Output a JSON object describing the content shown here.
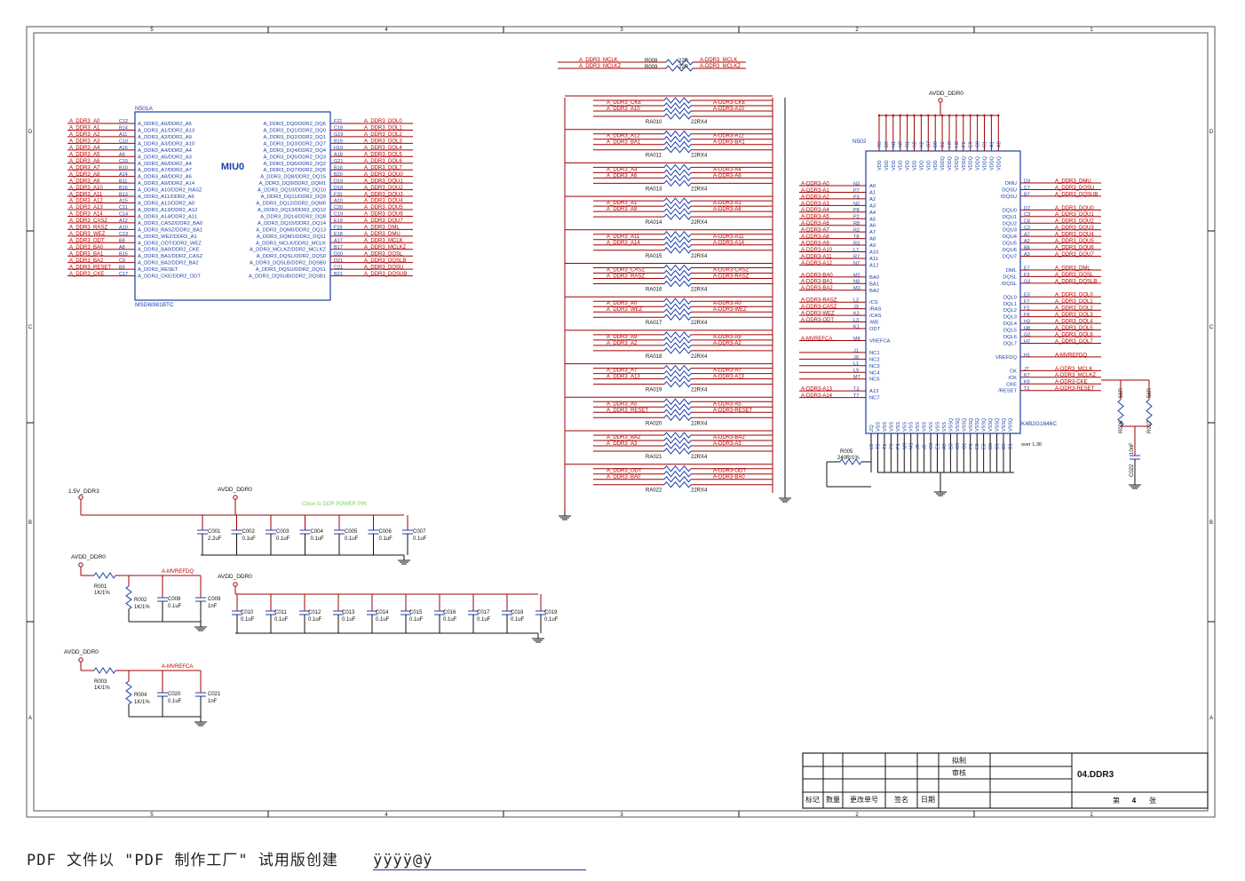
{
  "border_numbers": [
    "5",
    "4",
    "3",
    "2",
    "1"
  ],
  "border_letters": [
    "D",
    "C",
    "B",
    "A"
  ],
  "u501": {
    "ref": "N501A",
    "part": "MSD6I981BTC",
    "logo": "MIU0",
    "left_nets": [
      "A_DDR3_A0",
      "A_DDR3_A1",
      "A_DDR3_A2",
      "A_DDR3_A3",
      "A_DDR3_A4",
      "A_DDR3_A5",
      "A_DDR3_A6",
      "A_DDR3_A7",
      "A_DDR3_A8",
      "A_DDR3_A9",
      "A_DDR3_A10",
      "A_DDR3_A11",
      "A_DDR3_A12",
      "A_DDR3_A13",
      "A_DDR3_A14",
      "A_DDR3_CASZ",
      "A_DDR3_RASZ",
      "A_DDR3_WEZ",
      "A_DDR3_ODT",
      "A_DDR3_BA0",
      "A_DDR3_BA1",
      "A_DDR3_BA2",
      "A_DDR3_RESET",
      "A_DDR3_CKE"
    ],
    "left_pins": [
      "C12",
      "B14",
      "A11",
      "C10",
      "A16",
      "A9",
      "C15",
      "B10",
      "A14",
      "B11",
      "B16",
      "B13",
      "A15",
      "C11",
      "C14",
      "A12",
      "A10",
      "C13",
      "B8",
      "A8",
      "B15",
      "C9",
      "B9",
      "C17"
    ],
    "left_names": [
      "A_DDR3_A0/DDR2_A5",
      "A_DDR3_A1/DDR2_A13",
      "A_DDR3_A2/DDR2_A9",
      "A_DDR3_A3/DDR2_A10",
      "A_DDR3_A4/DDR2_A4",
      "A_DDR3_A5/DDR2_A3",
      "A_DDR3_A6/DDR2_A4",
      "A_DDR3_A7/DDR2_A7",
      "A_DDR3_A8/DDR2_A6",
      "A_DDR3_A9/DDR2_A14",
      "A_DDR3_A10/DDR2_RASZ",
      "A_DDR3_A11/DDR2_A6",
      "A_DDR3_A12/DDR2_A0",
      "A_DDR3_A13/DDR2_A12",
      "A_DDR3_A14/DDR2_A11",
      "A_DDR3_CASZ/DDR2_BA0",
      "A_DDR3_RASZ/DDR2_BA1",
      "A_DDR3_WEZ/DDR2_A1",
      "A_DDR3_ODT/DDR2_WEZ",
      "A_DDR3_BA0/DDR2_CKE",
      "A_DDR3_BA1/DDR2_CASZ",
      "A_DDR3_BA2/DDR2_BA2",
      "A_DDR3_RESET",
      "A_DDR3_CKE/DDR2_ODT"
    ],
    "right_names": [
      "A_DDR3_DQ0/DDR2_DQ6",
      "A_DDR3_DQ1/DDR2_DQ0",
      "A_DDR3_DQ2/DDR2_DQ1",
      "A_DDR3_DQ3/DDR2_DQ7",
      "A_DDR3_DQ4/DDR2_DQ4",
      "A_DDR3_DQ5/DDR2_DQ3",
      "A_DDR3_DQ6/DDR2_DQ2",
      "A_DDR3_DQ7/DDR2_DQ5",
      "A_DDR3_DQ8/DDR2_DQ15",
      "A_DDR3_DQ9/DDR2_DQM1",
      "A_DDR3_DQ10/DDR2_DQ10",
      "A_DDR3_DQ11/DDR2_DQ9",
      "A_DDR3_DQ12/DDR2_DQM0",
      "A_DDR3_DQ13/DDR2_DQ12",
      "A_DDR3_DQ14/DDR2_DQ8",
      "A_DDR3_DQ15/DDR2_DQ14",
      "A_DDR3_DQM0/DDR2_DQ13",
      "A_DDR3_DQM1/DDR2_DQ11",
      "A_DDR3_MCLK/DDR2_MCLK",
      "A_DDR3_MCLKZ/DDR2_MCLKZ",
      "A_DDR3_DQSL/DDR2_DQS0",
      "A_DDR3_DQSLB/DDR2_DQSB0",
      "A_DDR3_DQSU/DDR2_DQS1",
      "A_DDR3_DQSUB/DDR2_DQSB1"
    ],
    "right_pins": [
      "F21",
      "C18",
      "G19",
      "B19",
      "H19",
      "A18",
      "G21",
      "B18",
      "B20",
      "D19",
      "D18",
      "F20",
      "A20",
      "C20",
      "C19",
      "E19",
      "F19",
      "E18",
      "A17",
      "B17",
      "D20",
      "D21",
      "C21",
      "B21"
    ],
    "right_nets": [
      "A_DDR3_DQL0",
      "A_DDR3_DQL1",
      "A_DDR3_DQL2",
      "A_DDR3_DQL3",
      "A_DDR3_DQL4",
      "A_DDR3_DQL5",
      "A_DDR3_DQL6",
      "A_DDR3_DQL7",
      "A_DDR3_DQU0",
      "A_DDR3_DQU1",
      "A_DDR3_DQU2",
      "A_DDR3_DQU3",
      "A_DDR3_DQU4",
      "A_DDR3_DQU5",
      "A_DDR3_DQU6",
      "A_DDR3_DQU7",
      "A_DDR3_DML",
      "A_DDR3_DMU",
      "A_DDR3_MCLK",
      "A_DDR3_MCLKZ",
      "A_DDR3_DQSL",
      "A_DDR3_DQSLB",
      "A_DDR3_DQSU",
      "A_DDR3_DQSUB"
    ]
  },
  "clock_res": [
    {
      "in": "A_DDR3_MCLK",
      "ref": "R008",
      "val": "22R",
      "out": "A-DDR3_MCLK"
    },
    {
      "in": "A_DDR3_MCLKZ",
      "ref": "R009",
      "val": "22R",
      "out": "A-DDR3_MCLKZ"
    }
  ],
  "rn_val": "22RX4",
  "rnets": [
    {
      "ref": "RA010",
      "in": [
        "A_DDR3_CKE",
        "A_DDR3_A10"
      ],
      "out": [
        "A-DDR3-CKE",
        "A-DDR3-A10"
      ]
    },
    {
      "ref": "RA011",
      "in": [
        "A_DDR3_A12",
        "A_DDR3_BA1"
      ],
      "out": [
        "A-DDR3-A12",
        "A-DDR3-BA1"
      ]
    },
    {
      "ref": "RA013",
      "in": [
        "A_DDR3_A4",
        "A_DDR3_A6"
      ],
      "out": [
        "A-DDR3-A4",
        "A-DDR3-A6"
      ]
    },
    {
      "ref": "RA014",
      "in": [
        "A_DDR3_A1",
        "A_DDR3_A8"
      ],
      "out": [
        "A-DDR3-A1",
        "A-DDR3-A8"
      ]
    },
    {
      "ref": "RA015",
      "in": [
        "A_DDR3_A11",
        "A_DDR3_A14"
      ],
      "out": [
        "A-DDR3-A11",
        "A-DDR3-A14"
      ]
    },
    {
      "ref": "RA016",
      "in": [
        "A_DDR3_CASZ",
        "A_DDR3_RASZ"
      ],
      "out": [
        "A-DDR3-CASZ",
        "A-DDR3-RASZ"
      ]
    },
    {
      "ref": "RA017",
      "in": [
        "A_DDR3_A0",
        "A_DDR3_WEZ"
      ],
      "out": [
        "A-DDR3-A0",
        "A-DDR3-WEZ"
      ]
    },
    {
      "ref": "RA018",
      "in": [
        "A_DDR3_A9",
        "A_DDR3_A2"
      ],
      "out": [
        "A-DDR3-A9",
        "A-DDR3-A2"
      ]
    },
    {
      "ref": "RA019",
      "in": [
        "A_DDR3_A7",
        "A_DDR3_A13"
      ],
      "out": [
        "A-DDR3-A7",
        "A-DDR3-A13"
      ]
    },
    {
      "ref": "RA020",
      "in": [
        "A_DDR3_A5",
        "A_DDR3_RESET"
      ],
      "out": [
        "A-DDR3-A5",
        "A-DDR3-RESET"
      ]
    },
    {
      "ref": "RA021",
      "in": [
        "A_DDR3_BA2",
        "A_DDR3_A3"
      ],
      "out": [
        "A-DDR3-BA2",
        "A-DDR3-A3"
      ]
    },
    {
      "ref": "RA022",
      "in": [
        "A_DDR3_ODT",
        "A_DDR3_BA0"
      ],
      "out": [
        "A-DDR3-ODT",
        "A-DDR3-BA0"
      ]
    }
  ],
  "u502": {
    "ref": "N502",
    "part": "K4B2G1646C",
    "note": "over 1.30",
    "power": "AVDD_DDR0",
    "top_pins": [
      "R9",
      "D9",
      "N1",
      "N9",
      "R1",
      "K8",
      "K2",
      "G7",
      "D9",
      "B2",
      "H9",
      "H2",
      "F1",
      "E9",
      "C9",
      "C1",
      "A1",
      "A8"
    ],
    "top_names": [
      "VDD",
      "VDD",
      "VDD",
      "VDD",
      "VDD",
      "VDD",
      "VDD",
      "VDD",
      "VDD",
      "VDDQ",
      "VDDQ",
      "VDDQ",
      "VDDQ",
      "VDDQ",
      "VDDQ",
      "VDDQ",
      "VDDQ",
      "VDDQ"
    ],
    "left_groups": [
      {
        "nets": [
          "A-DDR3-A0",
          "A-DDR3-A1",
          "A-DDR3-A2",
          "A-DDR3-A3",
          "A-DDR3-A4",
          "A-DDR3-A5",
          "A-DDR3-A6",
          "A-DDR3-A7",
          "A-DDR3-A8",
          "A-DDR3-A9",
          "A-DDR3-A10",
          "A-DDR3-A11",
          "A-DDR3-A12"
        ],
        "pins": [
          "N3",
          "P7",
          "P3",
          "N2",
          "P8",
          "P2",
          "R8",
          "R2",
          "T8",
          "R3",
          "L7",
          "R7",
          "N7"
        ],
        "names": [
          "A0",
          "A1",
          "A2",
          "A3",
          "A4",
          "A5",
          "A6",
          "A7",
          "A8",
          "A9",
          "A10",
          "A11",
          "A12"
        ]
      },
      {
        "nets": [
          "A-DDR3-BA0",
          "A-DDR3-BA1",
          "A-DDR3-BA2"
        ],
        "pins": [
          "M2",
          "N8",
          "M3"
        ],
        "names": [
          "BA0",
          "BA1",
          "BA2"
        ]
      },
      {
        "nets": [
          "A-DDR3-RASZ",
          "A-DDR3-CASZ",
          "A-DDR3-WEZ",
          "A-DDR3-ODT"
        ],
        "pins": [
          "L2",
          "J3",
          "K3",
          "L3",
          "K1"
        ],
        "names": [
          "/CS",
          "/RAS",
          "/CAS",
          "/WE",
          "ODT"
        ]
      },
      {
        "nets": [
          "A-MVREFCA"
        ],
        "pins": [
          "M8"
        ],
        "names": [
          "VREFCA"
        ]
      },
      {
        "nets": [],
        "pins": [
          "J1",
          "J9",
          "L1",
          "L9",
          "M7"
        ],
        "names": [
          "NC1",
          "NC2",
          "NC3",
          "NC4",
          "NC5"
        ]
      },
      {
        "nets": [
          "A-DDR3-A13",
          "A-DDR3-A14"
        ],
        "pins": [
          "T3",
          "T7"
        ],
        "names": [
          "A13",
          "NC7"
        ]
      }
    ],
    "right_groups": [
      {
        "names": [
          "DMU",
          "DQSU",
          "/DQSU"
        ],
        "pins": [
          "D3",
          "C7",
          "B7"
        ],
        "nets": [
          "A_DDR3_DMU",
          "A_DDR3_DQSU",
          "A_DDR3_DQSUB"
        ]
      },
      {
        "names": [
          "DQU0",
          "DQU1",
          "DQU2",
          "DQU3",
          "DQU4",
          "DQU5",
          "DQU6",
          "DQU7"
        ],
        "pins": [
          "D7",
          "C3",
          "C8",
          "C2",
          "A7",
          "A2",
          "B8",
          "A3"
        ],
        "nets": [
          "A_DDR3_DQU0",
          "A_DDR3_DQU1",
          "A_DDR3_DQU2",
          "A_DDR3_DQU3",
          "A_DDR3_DQU4",
          "A_DDR3_DQU5",
          "A_DDR3_DQU6",
          "A_DDR3_DQU7"
        ]
      },
      {
        "names": [
          "DML",
          "DQSL",
          "/DQSL"
        ],
        "pins": [
          "E7",
          "F3",
          "G3"
        ],
        "nets": [
          "A_DDR3_DML",
          "A_DDR3_DQSL",
          "A_DDR3_DQSLB"
        ]
      },
      {
        "names": [
          "DQL0",
          "DQL1",
          "DQL2",
          "DQL3",
          "DQL4",
          "DQL5",
          "DQL6",
          "DQL7"
        ],
        "pins": [
          "E3",
          "F7",
          "F2",
          "F8",
          "H3",
          "H8",
          "G2",
          "H7"
        ],
        "nets": [
          "A_DDR3_DQL0",
          "A_DDR3_DQL1",
          "A_DDR3_DQL2",
          "A_DDR3_DQL3",
          "A_DDR3_DQL4",
          "A_DDR3_DQL5",
          "A_DDR3_DQL6",
          "A_DDR3_DQL7"
        ]
      },
      {
        "names": [
          "VREFDQ"
        ],
        "pins": [
          "H1"
        ],
        "nets": [
          "A-MVREFDQ"
        ]
      },
      {
        "names": [
          "CK",
          "/CK",
          "CKE",
          "/RESET"
        ],
        "pins": [
          "J7",
          "K7",
          "K9",
          "T2"
        ],
        "nets": [
          "A-DDR3_MCLK",
          "A-DDR3_MCLKZ",
          "A-DDR3-CKE",
          "A-DDR3-RESET"
        ]
      }
    ],
    "bottom_pins": [
      "L8",
      "T9",
      "T1",
      "P9",
      "P1",
      "M9",
      "M1",
      "J8",
      "J2",
      "G8",
      "E1",
      "A9",
      "B3",
      "G9",
      "G1",
      "F9",
      "E8",
      "E2",
      "D8",
      "D1",
      "B9",
      "B1"
    ],
    "bottom_names": [
      "ZQ",
      "VSS",
      "VSS",
      "VSS",
      "VSS",
      "VSS",
      "VSS",
      "VSS",
      "VSS",
      "VSS",
      "VSS",
      "VSS",
      "VSSQ",
      "VSSQ",
      "VSSQ",
      "VSSQ",
      "VSSQ",
      "VSSQ",
      "VSSQ",
      "VSSQ",
      "VSSQ",
      "VSSQ"
    ]
  },
  "zq": {
    "ref": "R005",
    "val": "240R/1%"
  },
  "term": [
    {
      "ref": "R006",
      "val": "56R"
    },
    {
      "ref": "R007",
      "val": "56R"
    },
    {
      "ref": "C022",
      "val": "10nF"
    }
  ],
  "decap1": {
    "rail_a": "1.5V_DDR3",
    "rail_b": "AVDD_DDR0",
    "note": "Close to DDR POWER PIN",
    "caps": [
      {
        "ref": "C001",
        "val": "2.2uF"
      },
      {
        "ref": "C002",
        "val": "0.1uF"
      },
      {
        "ref": "C003",
        "val": "0.1uF"
      },
      {
        "ref": "C004",
        "val": "0.1uF"
      },
      {
        "ref": "C005",
        "val": "0.1uF"
      },
      {
        "ref": "C006",
        "val": "0.1uF"
      },
      {
        "ref": "C007",
        "val": "0.1uF"
      }
    ]
  },
  "decap2": {
    "rail": "AVDD_DDR0",
    "caps": [
      {
        "ref": "C010",
        "val": "0.1uF"
      },
      {
        "ref": "C011",
        "val": "0.1uF"
      },
      {
        "ref": "C012",
        "val": "0.1uF"
      },
      {
        "ref": "C013",
        "val": "0.1uF"
      },
      {
        "ref": "C014",
        "val": "0.1uF"
      },
      {
        "ref": "C015",
        "val": "0.1uF"
      },
      {
        "ref": "C016",
        "val": "0.1uF"
      },
      {
        "ref": "C017",
        "val": "0.1uF"
      },
      {
        "ref": "C018",
        "val": "0.1uF"
      },
      {
        "ref": "C019",
        "val": "0.1uF"
      }
    ]
  },
  "vref": [
    {
      "rail": "AVDD_DDR0",
      "net": "A-MVREFDQ",
      "rtop": {
        "ref": "R001",
        "val": "1K/1%"
      },
      "rbot": {
        "ref": "R002",
        "val": "1K/1%"
      },
      "c1": {
        "ref": "C008",
        "val": "0.1uF"
      },
      "c2": {
        "ref": "C009",
        "val": "1nF"
      }
    },
    {
      "rail": "AVDD_DDR0",
      "net": "A-MVREFCA",
      "rtop": {
        "ref": "R003",
        "val": "1K/1%"
      },
      "rbot": {
        "ref": "R004",
        "val": "1K/1%"
      },
      "c1": {
        "ref": "C020",
        "val": "0.1uF"
      },
      "c2": {
        "ref": "C021",
        "val": "1nF"
      }
    }
  ],
  "title_block": {
    "draw": "拟制",
    "review": "审核",
    "title": "04.DDR3",
    "cols": [
      "标记",
      "数量",
      "更改单号",
      "签名",
      "日期"
    ],
    "sheet_prefix": "第",
    "sheet_no": "4",
    "sheet_suffix": "张"
  },
  "footer": {
    "text": "PDF 文件以 \"PDF 制作工厂\" 试用版创建",
    "link": "ÿÿÿÿ@ÿ"
  }
}
